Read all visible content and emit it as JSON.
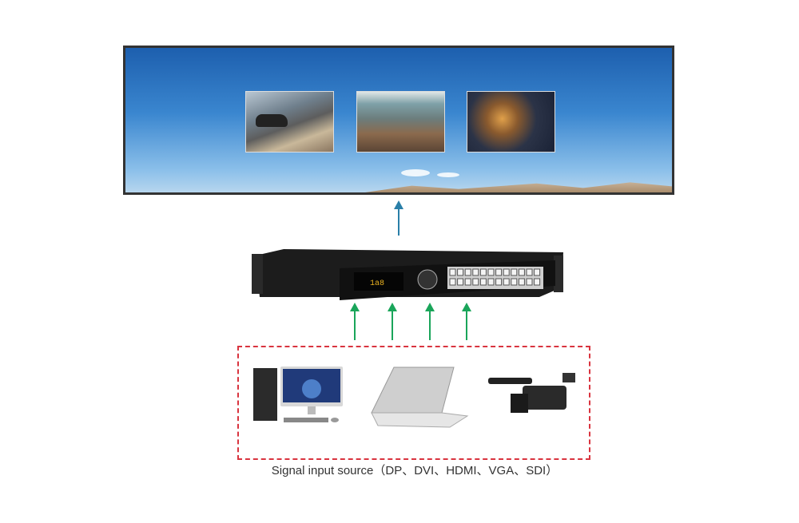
{
  "colors": {
    "output_arrow": "#2a7fa8",
    "input_arrow": "#1aa55a",
    "source_border": "#d9343f"
  },
  "screen": {
    "thumbnails": [
      "car-road-photo",
      "canyon-photo",
      "coastal-town-night-photo"
    ]
  },
  "device": {
    "display_text": "1a8"
  },
  "sources": {
    "items": [
      "desktop-computer",
      "laptop",
      "video-camera"
    ],
    "caption": "Signal input source（DP、DVI、HDMI、VGA、SDI）"
  }
}
